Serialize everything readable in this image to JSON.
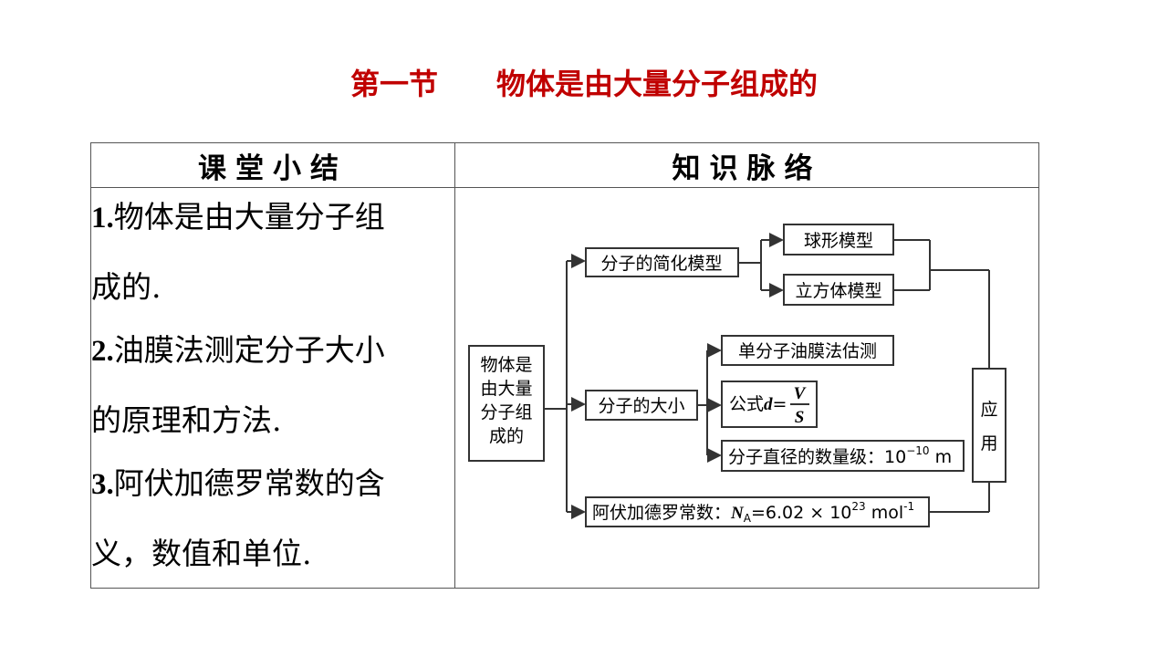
{
  "title": "第一节　　物体是由大量分子组成的",
  "table": {
    "header_left": "课堂小结",
    "header_right": "知识脉络",
    "items": [
      {
        "num": "1.",
        "text_lines": [
          "物体是由大量分子组",
          "成的."
        ]
      },
      {
        "num": "2.",
        "text_lines": [
          "油膜法测定分子大小",
          "的原理和方法."
        ]
      },
      {
        "num": "3.",
        "text_lines": [
          "阿伏加德罗常数的含",
          "义，数值和单位."
        ]
      }
    ]
  },
  "diagram": {
    "root_lines": [
      "物体是",
      "由大量",
      "分子组",
      "成的"
    ],
    "simplified_model": "分子的简化模型",
    "sphere_model": "球形模型",
    "cube_model": "立方体模型",
    "size": "分子的大小",
    "oil_film": "单分子油膜法估测",
    "formula_label": "公式",
    "formula_var": "d",
    "formula_eq": "=",
    "formula_num": "V",
    "formula_den": "S",
    "diameter_label": "分子直径的数量级：",
    "diameter_base": "10",
    "diameter_exp": "−10",
    "diameter_unit": " m",
    "avogadro_label": "阿伏加德罗常数：",
    "avogadro_symbol": "N",
    "avogadro_sub": "A",
    "avogadro_value": "=6.02 × 10",
    "avogadro_exp": "23",
    "avogadro_unit": " mol",
    "avogadro_unit_exp": "-1",
    "apply_lines": [
      "应",
      "用"
    ]
  }
}
